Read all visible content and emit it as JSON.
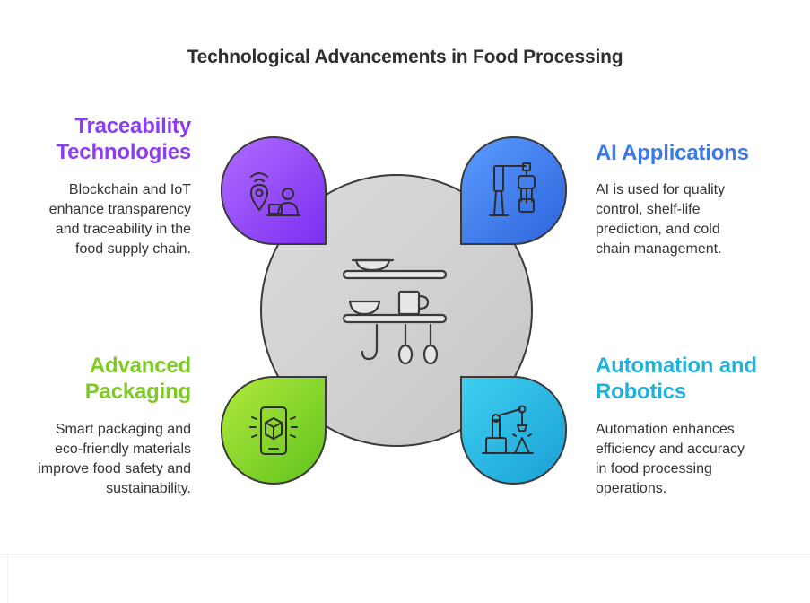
{
  "title": "Technological Advancements in Food Processing",
  "sections": {
    "traceability": {
      "heading_line1": "Traceability",
      "heading_line2": "Technologies",
      "description": [
        "Blockchain and IoT",
        "enhance transparency",
        "and traceability in the",
        "food supply chain."
      ],
      "color": "#8c3cf5",
      "icon": "location-person-laptop-icon"
    },
    "ai": {
      "heading_line1": "AI Applications",
      "description": [
        "AI is used for quality",
        "control, shelf-life",
        "prediction, and cold",
        "chain management."
      ],
      "color": "#3a79e6",
      "icon": "robot-arm-icon"
    },
    "packaging": {
      "heading_line1": "Advanced",
      "heading_line2": "Packaging",
      "description": [
        "Smart packaging and",
        "eco-friendly materials",
        "improve food safety and",
        "sustainability."
      ],
      "color": "#7ecb22",
      "icon": "smartphone-box-icon"
    },
    "automation": {
      "heading_line1": "Automation and",
      "heading_line2": "Robotics",
      "description": [
        "Automation enhances",
        "efficiency and accuracy",
        "in food processing",
        "operations."
      ],
      "color": "#1eb3dc",
      "icon": "industrial-robot-icon"
    }
  },
  "center": {
    "icon": "kitchen-shelf-icon",
    "fill": "#d3d3d3"
  }
}
